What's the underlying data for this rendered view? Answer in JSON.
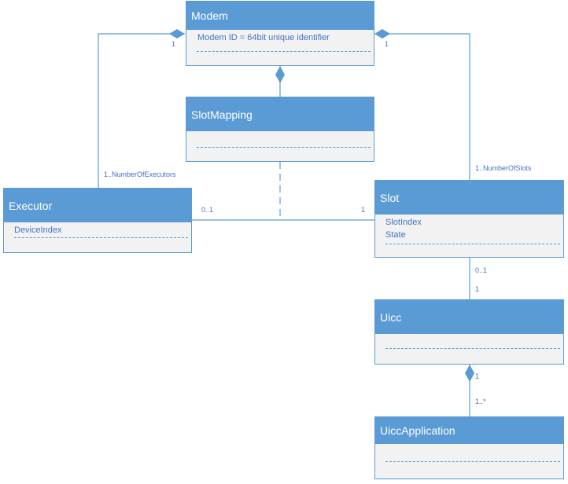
{
  "classes": {
    "modem": {
      "name": "Modem",
      "attributes": [
        "Modem ID = 64bit unique identifier"
      ]
    },
    "slot_mapping": {
      "name": "SlotMapping",
      "attributes": []
    },
    "executor": {
      "name": "Executor",
      "attributes": [
        "DeviceIndex"
      ]
    },
    "slot": {
      "name": "Slot",
      "attributes": [
        "SlotIndex",
        "State"
      ]
    },
    "uicc": {
      "name": "Uicc",
      "attributes": []
    },
    "uicc_application": {
      "name": "UiccApplication",
      "attributes": []
    }
  },
  "multiplicities": {
    "modem_executor_modem_end": "1",
    "modem_executor_executor_end": "1..NumberOfExecutors",
    "modem_slot_modem_end": "1",
    "modem_slot_slot_end": "1..NumberOfSlots",
    "executor_slot_executor_end": "0..1",
    "executor_slot_slot_end": "1",
    "slot_uicc_slot_end": "0..1",
    "slot_uicc_uicc_end": "1",
    "uicc_app_uicc_end": "1",
    "uicc_app_app_end": "1..*"
  },
  "colors": {
    "header_fill": "#5b9bd5",
    "body_fill": "#f2f2f2",
    "line": "#5b9bd5",
    "text": "#4472c4"
  }
}
